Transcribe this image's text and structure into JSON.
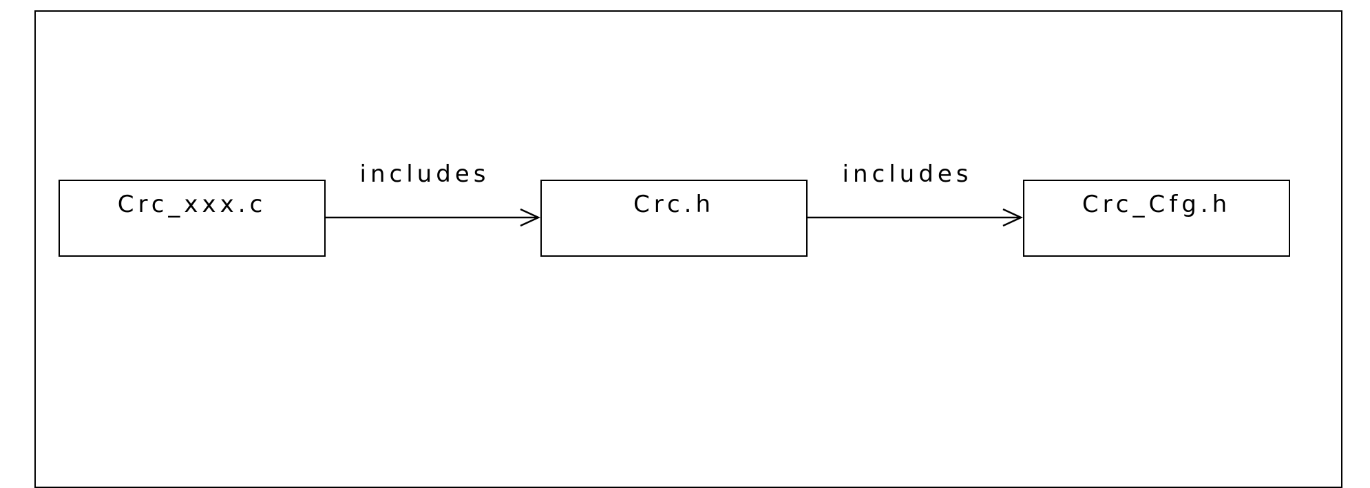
{
  "diagram": {
    "nodes": [
      {
        "id": "crc_xxx_c",
        "label": "Crc_xxx.c"
      },
      {
        "id": "crc_h",
        "label": "Crc.h"
      },
      {
        "id": "crc_cfg_h",
        "label": "Crc_Cfg.h"
      }
    ],
    "edges": [
      {
        "from": "crc_xxx_c",
        "to": "crc_h",
        "label": "includes"
      },
      {
        "from": "crc_h",
        "to": "crc_cfg_h",
        "label": "includes"
      }
    ]
  },
  "colors": {
    "stroke": "#000000",
    "background": "#ffffff"
  }
}
